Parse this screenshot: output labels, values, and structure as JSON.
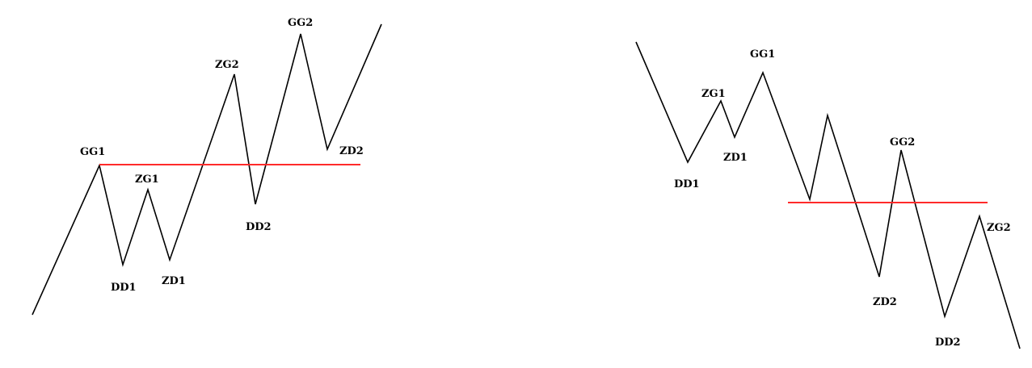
{
  "diagrams": [
    {
      "id": "uptrend",
      "labels": [
        "GG1",
        "DD1",
        "ZG1",
        "ZD1",
        "ZG2",
        "DD2",
        "GG2",
        "ZD2"
      ]
    },
    {
      "id": "downtrend",
      "labels": [
        "DD1",
        "ZG1",
        "ZD1",
        "GG1",
        "GG2",
        "ZD2",
        "DD2",
        "ZG2"
      ]
    }
  ],
  "colors": {
    "zigzag": "#000000",
    "reference_line": "#ff2a2a",
    "background": "#ffffff"
  }
}
